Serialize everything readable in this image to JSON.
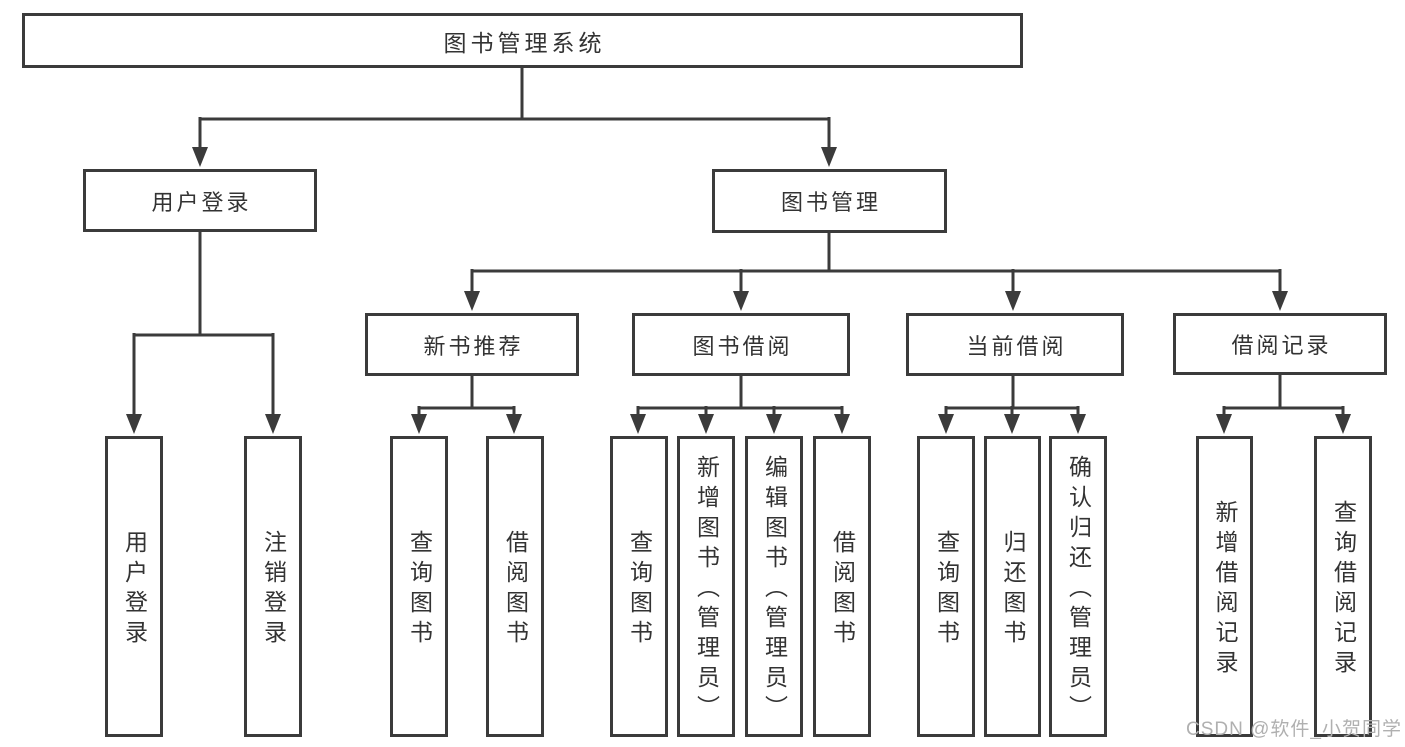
{
  "nodes": {
    "root": {
      "label": "图书管理系统"
    },
    "user_login": {
      "label": "用户登录"
    },
    "book_mgmt": {
      "label": "图书管理"
    },
    "new_books": {
      "label": "新书推荐"
    },
    "book_borrow": {
      "label": "图书借阅"
    },
    "current_borrow": {
      "label": "当前借阅"
    },
    "borrow_records": {
      "label": "借阅记录"
    },
    "leaf_user_login": {
      "label": "用户登录"
    },
    "leaf_logout": {
      "label": "注销登录"
    },
    "leaf_nb_query": {
      "label": "查询图书"
    },
    "leaf_nb_borrow": {
      "label": "借阅图书"
    },
    "leaf_bb_query": {
      "label": "查询图书"
    },
    "leaf_bb_add": {
      "label": "新增图书（管理员）"
    },
    "leaf_bb_edit": {
      "label": "编辑图书（管理员）"
    },
    "leaf_bb_borrow": {
      "label": "借阅图书"
    },
    "leaf_cb_query": {
      "label": "查询图书"
    },
    "leaf_cb_return": {
      "label": "归还图书"
    },
    "leaf_cb_confirm": {
      "label": "确认归还（管理员）"
    },
    "leaf_br_add": {
      "label": "新增借阅记录"
    },
    "leaf_br_query": {
      "label": "查询借阅记录"
    }
  },
  "watermark": {
    "text": "CSDN @软件_小贺同学"
  },
  "colors": {
    "line": "#3b3b3b",
    "text": "#333333",
    "watermark": "#b0b0b0",
    "background": "#ffffff"
  }
}
